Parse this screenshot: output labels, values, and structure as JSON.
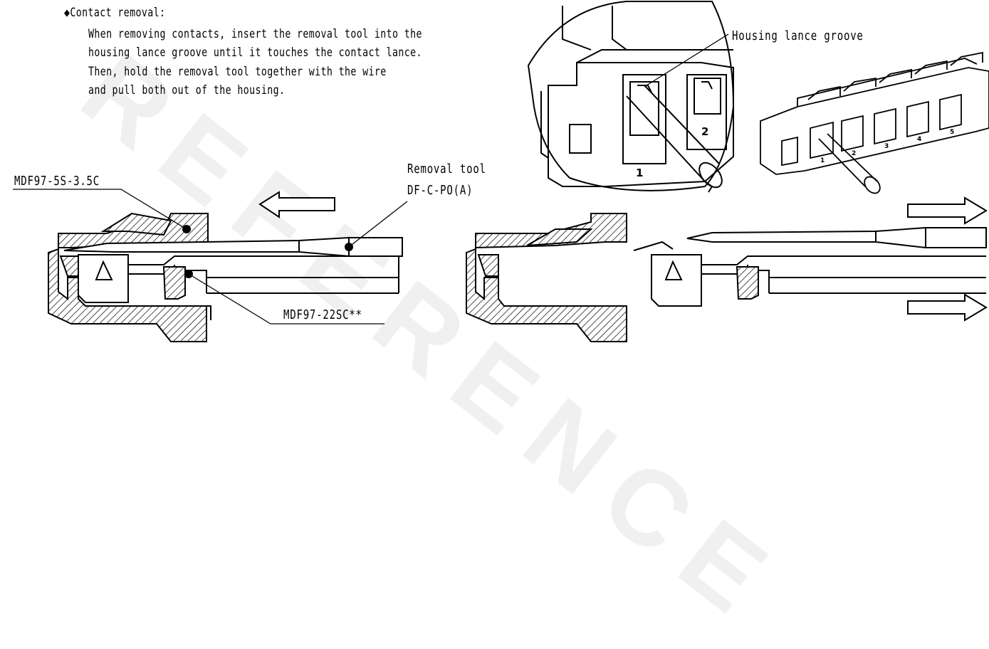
{
  "instructions": {
    "heading": "◆Contact removal:",
    "lines": [
      "When removing contacts, insert the removal tool into the",
      "housing lance groove until it touches the contact lance.",
      "Then, hold the removal tool together with the wire",
      "and pull both out of the housing."
    ]
  },
  "labels": {
    "housing_lance_groove": "Housing lance groove",
    "housing_part": "MDF97-5S-3.5C",
    "removal_tool_name": "Removal tool",
    "removal_tool_part": "DF-C-PO(A)",
    "contact_part": "MDF97-22SC**"
  },
  "closeup_numbers": [
    "1",
    "2"
  ],
  "housing_numbers": [
    "1",
    "2",
    "3",
    "4",
    "5"
  ],
  "watermark": "REFERENCE"
}
